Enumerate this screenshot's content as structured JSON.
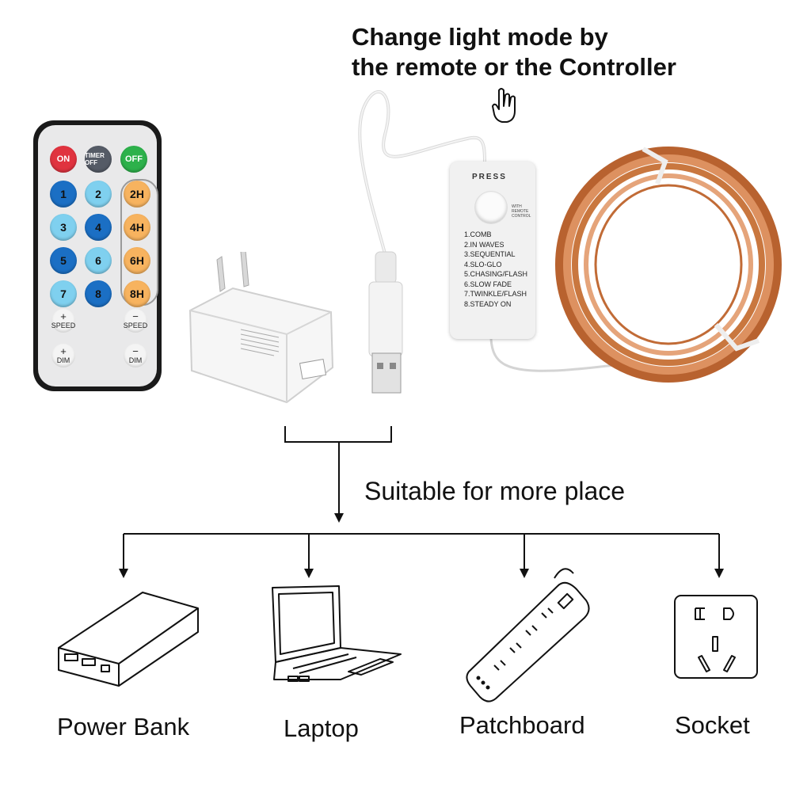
{
  "headline": {
    "line1": "Change light mode by",
    "line2": "the remote or the Controller"
  },
  "suitable_text": "Suitable for more place",
  "remote": {
    "top_buttons": [
      {
        "label": "ON",
        "color": "#e0333f"
      },
      {
        "label": "TIMER OFF",
        "color": "#555b66"
      },
      {
        "label": "OFF",
        "color": "#2db14b"
      }
    ],
    "number_buttons": [
      "1",
      "2",
      "3",
      "4",
      "5",
      "6",
      "7",
      "8"
    ],
    "timer_buttons": [
      "2H",
      "4H",
      "6H",
      "8H"
    ],
    "speed_plus": {
      "sym": "+",
      "label": "SPEED"
    },
    "speed_minus": {
      "sym": "−",
      "label": "SPEED"
    },
    "dim_plus": {
      "sym": "+",
      "label": "DIM"
    },
    "dim_minus": {
      "sym": "−",
      "label": "DIM"
    }
  },
  "controller": {
    "press_label": "PRESS",
    "remote_note": "WITH REMOTE CONTROL",
    "modes": [
      "1.COMB",
      "2.IN WAVES",
      "3.SEQUENTIAL",
      "4.SLO-GLO",
      "5.CHASING/FLASH",
      "6.SLOW FADE",
      "7.TWINKLE/FLASH",
      "8.STEADY ON"
    ]
  },
  "devices": {
    "power_bank": "Power Bank",
    "laptop": "Laptop",
    "patchboard": "Patchboard",
    "socket": "Socket"
  },
  "colors": {
    "dark_blue": "#1b6fc4",
    "light_blue": "#7fd0ef",
    "orange": "#f7b35f",
    "copper": "#c8743f"
  }
}
